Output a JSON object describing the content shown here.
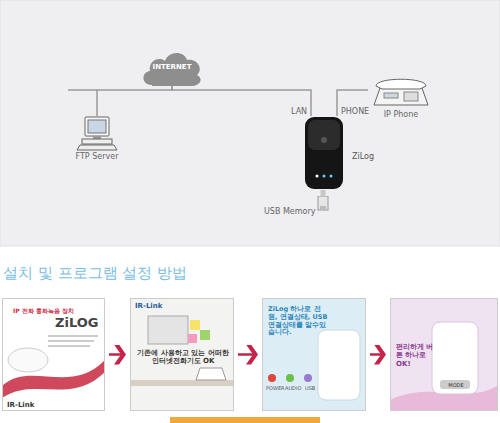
{
  "diagram": {
    "title": "설치 및 프로그램 설정 방법",
    "nodes": [
      {
        "text": [
          "INTERNET"
        ]
      },
      {
        "text": [
          "FTP Server"
        ]
      },
      {
        "text": [
          "ZiLog"
        ]
      },
      {
        "text": [
          "IP Phone"
        ]
      },
      {
        "text": [
          "USB Memory"
        ]
      },
      {
        "text": [
          "IP 전화 통화녹음 장치",
          "ZiLOG",
          "IR-Link"
        ]
      },
      {
        "text": [
          "IR-Link",
          "기존에 사용하고 있는 어떠한 인터넷전화기도 OK"
        ]
      },
      {
        "text": [
          "ZiLog 하나로 전원, 연결상태, USB연결상태를 알수있습니다.",
          "POWER",
          "AUDIO",
          "USB"
        ]
      },
      {
        "text": [
          "편리하게 버튼 하나로 OK!",
          "MODE"
        ]
      }
    ],
    "edges": [
      {
        "from": 0,
        "to": 1,
        "arrow": "none"
      },
      {
        "from": 0,
        "to": 2,
        "label": "LAN",
        "arrow": "none"
      },
      {
        "from": 2,
        "to": 3,
        "label": "PHONE",
        "arrow": "none"
      },
      {
        "from": 2,
        "to": 4,
        "arrow": "none"
      },
      {
        "from": 5,
        "to": 6,
        "arrow": "to"
      },
      {
        "from": 6,
        "to": 7,
        "arrow": "to"
      },
      {
        "from": 7,
        "to": 8,
        "arrow": "to"
      }
    ]
  }
}
